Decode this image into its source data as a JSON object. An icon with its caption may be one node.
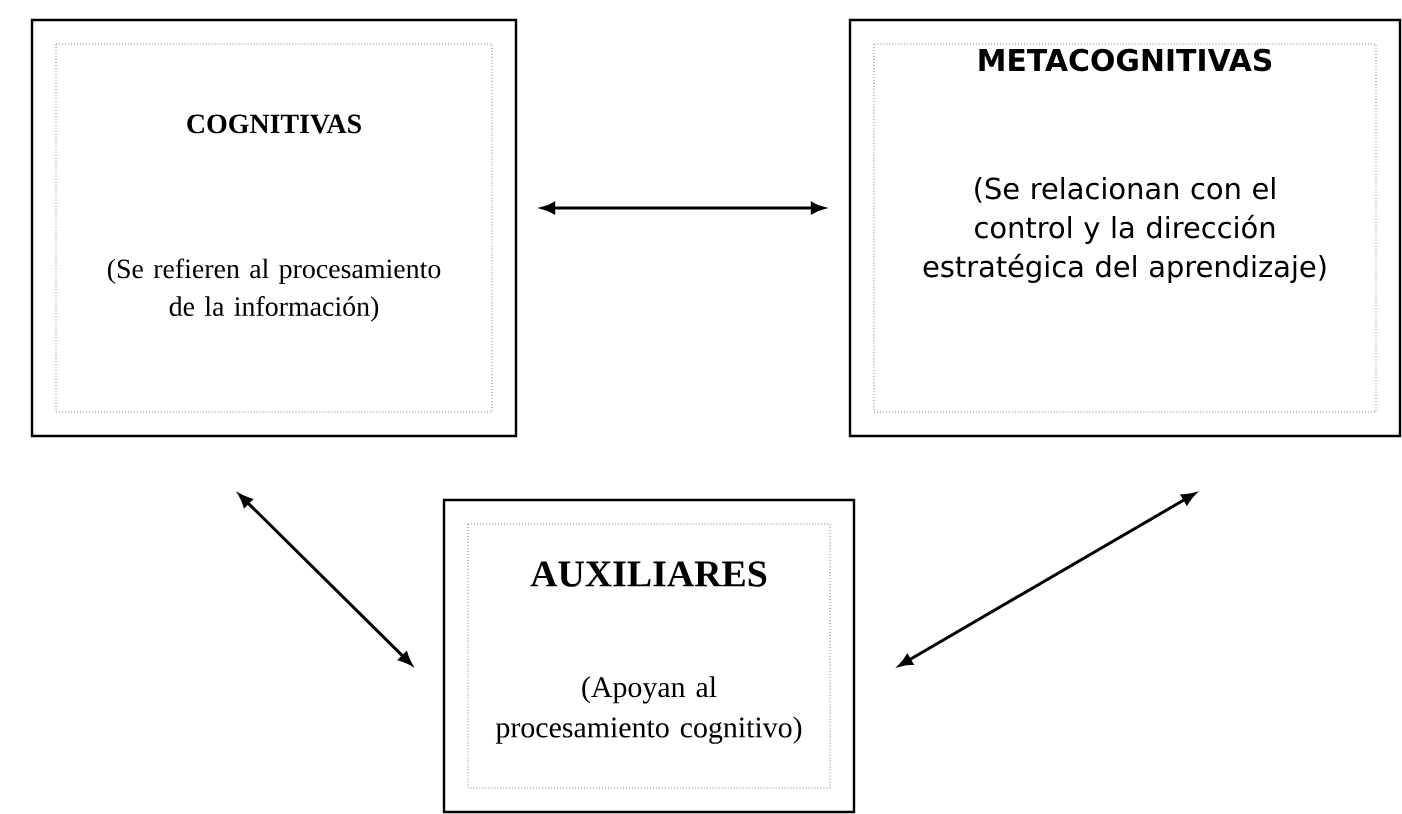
{
  "diagram": {
    "nodes": [
      {
        "text": [
          "COGNITIVAS",
          "(Se refieren al procesamiento de la información)"
        ]
      },
      {
        "text": [
          "METACOGNITIVAS",
          "(Se relacionan con el control y la dirección estratégica del aprendizaje)"
        ]
      },
      {
        "text": [
          "AUXILIARES",
          "(Apoyan al procesamiento cognitivo)"
        ]
      }
    ],
    "edges": [
      {
        "from": 0,
        "to": 1,
        "arrow": "both"
      },
      {
        "from": 0,
        "to": 2,
        "arrow": "both"
      },
      {
        "from": 1,
        "to": 2,
        "arrow": "both"
      }
    ]
  }
}
